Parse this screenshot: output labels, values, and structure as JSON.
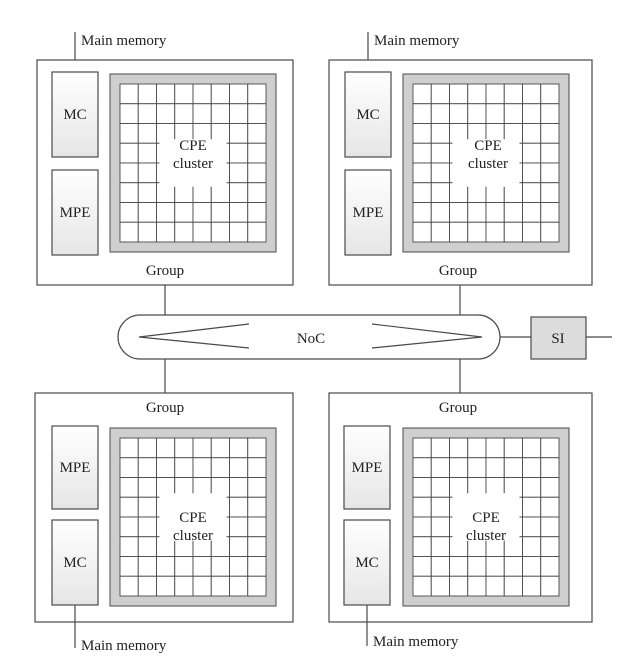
{
  "labels": {
    "main_memory": "Main memory",
    "mc": "MC",
    "mpe": "MPE",
    "cpe_line1": "CPE",
    "cpe_line2": "cluster",
    "group": "Group",
    "noc": "NoC",
    "si": "SI"
  },
  "colors": {
    "stroke": "#4a4a4a",
    "cpe_border_fill": "#cfcfcf",
    "cpe_cell_fill": "#ffffff",
    "panel_gradient_top": "#ffffff",
    "panel_gradient_bottom": "#e6e6e6",
    "si_fill": "#dcdcdc"
  },
  "cpe_grid": {
    "rows": 8,
    "cols": 8
  }
}
